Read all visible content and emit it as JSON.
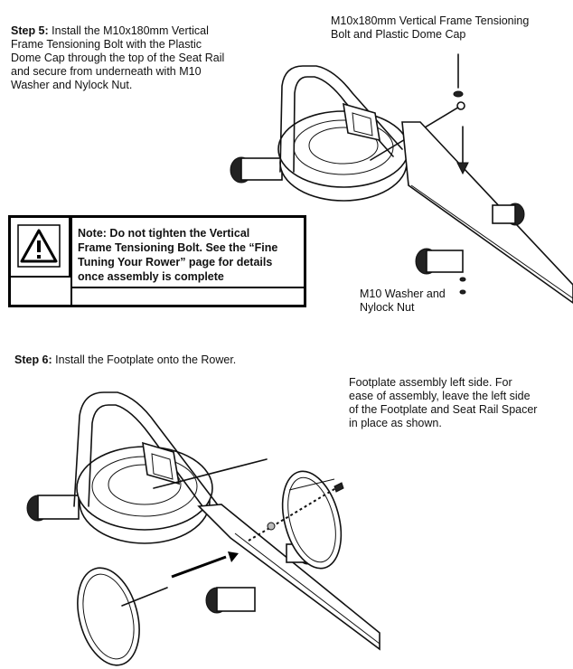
{
  "step5": {
    "label": "Step 5:",
    "text": "  Install the M10x180mm Vertical\nFrame Tensioning Bolt with the Plastic\nDome Cap through the top of the Seat Rail\nand secure from underneath with M10\nWasher and Nylock Nut."
  },
  "callouts": {
    "bolt": "M10x180mm Vertical Frame Tensioning\nBolt and Plastic Dome Cap",
    "washer": "M10 Washer and\nNylock Nut",
    "footplate": "Footplate assembly left side.  For\nease of assembly, leave the left side\nof the Footplate and Seat Rail Spacer\nin place as shown."
  },
  "note": {
    "text": "Note:  Do not tighten the Vertical\nFrame Tensioning Bolt.  See  the “Fine\nTuning Your Rower” page for details\nonce assembly is complete",
    "icon": "warning-triangle-icon"
  },
  "step6": {
    "label": "Step 6:",
    "text": "  Install the Footplate onto the Rower."
  }
}
